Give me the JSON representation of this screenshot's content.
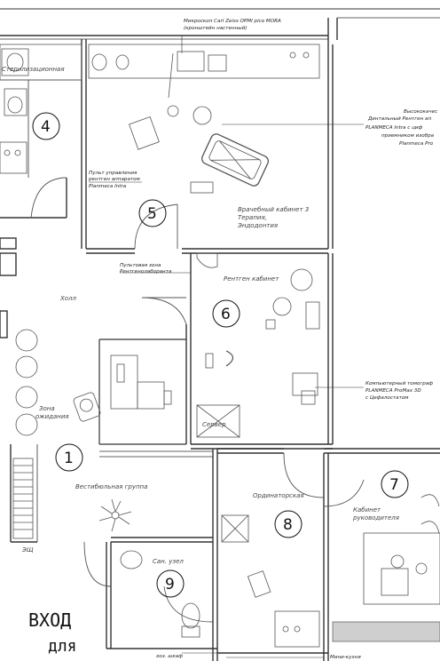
{
  "notes": {
    "microscope_line1": "Микроскоп Carl Zeiss OPMI pico MORA",
    "microscope_line2": "(кронштейн настенный)",
    "xray_unit_line1": "Высококачес",
    "xray_unit_line2": "Дентальный Рентген ап",
    "xray_unit_line3": "PLANMECA Intra с циф",
    "xray_unit_line4": "приемником изобра",
    "xray_unit_line5": "Planmeca Pro",
    "control_panel_line1": "Пульт управления",
    "control_panel_line2": "рентген аппаратом",
    "control_panel_line3": "Planmeca Intra",
    "remote_zone_line1": "Пультовая зона",
    "remote_zone_line2": "Рентгенолаборанта",
    "tomograph_line1": "Компьютерный томограф",
    "tomograph_line2": "PLANMECA ProMax 3D",
    "tomograph_line3": "с Цефалостатом"
  },
  "rooms": {
    "sterilization": "Стерилизационная",
    "cabinet_3_line1": "Врачебный кабинет 3",
    "cabinet_3_line2": "Терапия,",
    "cabinet_3_line3": "Эндодонтия",
    "hall": "Холл",
    "xray": "Рентген кабинет",
    "waiting_line1": "Зона",
    "waiting_line2": "ожидания",
    "server": "Сервер",
    "vestibule": "Вестибюльная группа",
    "staff": "Ординаторская",
    "director_line1": "Кабинет",
    "director_line2": "руководителя",
    "wc": "Сан. узел",
    "storage": "хоз. шкаф",
    "electrical": "ЭЩ",
    "mini_kitchen": "Мини-кухня"
  },
  "numbers": {
    "n1": "1",
    "n4": "4",
    "n5": "5",
    "n6": "6",
    "n7": "7",
    "n8": "8",
    "n9": "9"
  },
  "entrance": {
    "line1": "ВХОД",
    "line2": "для"
  },
  "colors": {
    "wall": "#333333",
    "line": "#555555",
    "kitchen_counter": "#cfcfcf",
    "background": "#ffffff"
  }
}
